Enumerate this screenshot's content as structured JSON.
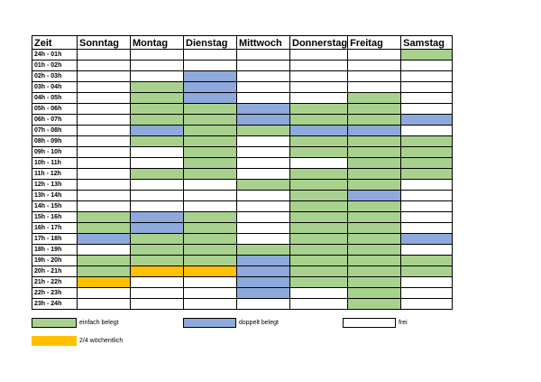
{
  "headers": [
    "Zeit",
    "Sonntag",
    "Montag",
    "Dienstag",
    "Mittwoch",
    "Donnerstag",
    "Freitag",
    "Samstag"
  ],
  "rows": [
    {
      "time": "24h - 01h",
      "cells": [
        "w",
        "w",
        "w",
        "w",
        "w",
        "w",
        "g"
      ]
    },
    {
      "time": "01h - 02h",
      "cells": [
        "w",
        "w",
        "w",
        "w",
        "w",
        "w",
        "w"
      ]
    },
    {
      "time": "02h - 03h",
      "cells": [
        "w",
        "w",
        "b",
        "w",
        "w",
        "w",
        "w"
      ]
    },
    {
      "time": "03h - 04h",
      "cells": [
        "w",
        "g",
        "b",
        "w",
        "w",
        "w",
        "w"
      ]
    },
    {
      "time": "04h - 05h",
      "cells": [
        "w",
        "g",
        "b",
        "w",
        "w",
        "g",
        "w"
      ]
    },
    {
      "time": "05h - 06h",
      "cells": [
        "w",
        "g",
        "g",
        "b",
        "g",
        "g",
        "w"
      ]
    },
    {
      "time": "06h - 07h",
      "cells": [
        "w",
        "g",
        "g",
        "b",
        "g",
        "g",
        "b"
      ]
    },
    {
      "time": "07h - 08h",
      "cells": [
        "w",
        "b",
        "g",
        "g",
        "b",
        "b",
        "w"
      ]
    },
    {
      "time": "08h - 09h",
      "cells": [
        "w",
        "g",
        "g",
        "w",
        "g",
        "g",
        "g"
      ]
    },
    {
      "time": "09h - 10h",
      "cells": [
        "w",
        "w",
        "g",
        "w",
        "g",
        "g",
        "g"
      ]
    },
    {
      "time": "10h - 11h",
      "cells": [
        "w",
        "w",
        "g",
        "w",
        "w",
        "g",
        "g"
      ]
    },
    {
      "time": "11h - 12h",
      "cells": [
        "w",
        "g",
        "g",
        "w",
        "g",
        "g",
        "g"
      ]
    },
    {
      "time": "12h - 13h",
      "cells": [
        "w",
        "w",
        "w",
        "g",
        "g",
        "g",
        "w"
      ]
    },
    {
      "time": "13h - 14h",
      "cells": [
        "w",
        "w",
        "w",
        "w",
        "g",
        "b",
        "w"
      ]
    },
    {
      "time": "14h - 15h",
      "cells": [
        "w",
        "w",
        "w",
        "w",
        "g",
        "g",
        "w"
      ]
    },
    {
      "time": "15h - 16h",
      "cells": [
        "g",
        "b",
        "g",
        "w",
        "g",
        "g",
        "w"
      ]
    },
    {
      "time": "16h - 17h",
      "cells": [
        "g",
        "b",
        "g",
        "w",
        "g",
        "g",
        "w"
      ]
    },
    {
      "time": "17h - 18h",
      "cells": [
        "b",
        "g",
        "g",
        "w",
        "g",
        "g",
        "b"
      ]
    },
    {
      "time": "18h - 19h",
      "cells": [
        "w",
        "g",
        "g",
        "g",
        "g",
        "g",
        "w"
      ]
    },
    {
      "time": "19h - 20h",
      "cells": [
        "g",
        "g",
        "g",
        "b",
        "g",
        "g",
        "g"
      ]
    },
    {
      "time": "20h - 21h",
      "cells": [
        "g",
        "y",
        "y",
        "b",
        "g",
        "g",
        "g"
      ]
    },
    {
      "time": "21h - 22h",
      "cells": [
        "y",
        "w",
        "w",
        "b",
        "g",
        "g",
        "w"
      ]
    },
    {
      "time": "22h - 23h",
      "cells": [
        "w",
        "w",
        "w",
        "b",
        "w",
        "g",
        "w"
      ]
    },
    {
      "time": "23h - 24h",
      "cells": [
        "w",
        "w",
        "w",
        "w",
        "w",
        "g",
        "w"
      ]
    }
  ],
  "colors": {
    "g": "#a9d18e",
    "b": "#8ea9db",
    "w": "#ffffff",
    "y": "#ffc000"
  },
  "legend": {
    "einfach": "einfach belegt",
    "doppelt": "doppelt belegt",
    "frei": "frei",
    "woechentlich": "2/4 wöchentlich"
  }
}
